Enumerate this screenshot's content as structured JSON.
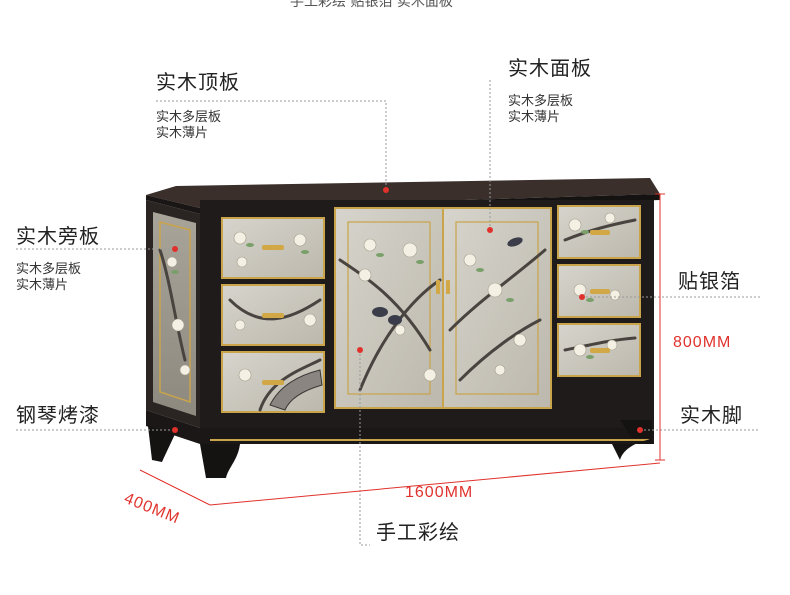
{
  "header_text": "手工彩绘 贴银箔 实木面板",
  "labels": {
    "top_panel": {
      "title": "实木顶板",
      "line1": "实木多层板",
      "line2": "实木薄片"
    },
    "face_panel": {
      "title": "实木面板",
      "line1": "实木多层板",
      "line2": "实木薄片"
    },
    "side_panel": {
      "title": "实木旁板",
      "line1": "实木多层板",
      "line2": "实木薄片"
    },
    "silver_foil": "贴银箔",
    "piano_lacquer": "钢琴烤漆",
    "solid_legs": "实木脚",
    "hand_painted": "手工彩绘"
  },
  "dimensions": {
    "height": "800MM",
    "width": "1600MM",
    "depth": "400MM"
  },
  "colors": {
    "accent_red": "#e0322c",
    "lacquer_black": "#1e1b1a",
    "silver_panel": "#c9c6bd",
    "gold_trim": "#c9a44a"
  }
}
